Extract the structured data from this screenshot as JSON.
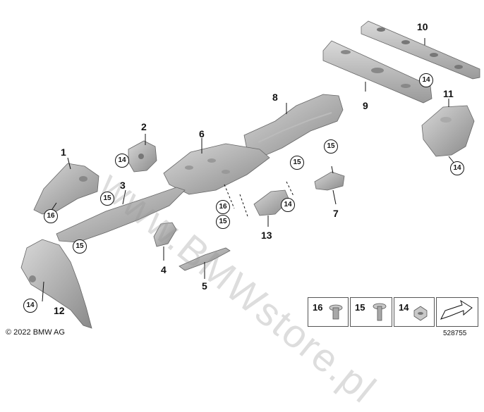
{
  "callouts": {
    "p1": "1",
    "p2": "2",
    "p3": "3",
    "p4": "4",
    "p5": "5",
    "p6": "6",
    "p7": "7",
    "p8": "8",
    "p9": "9",
    "p10": "10",
    "p11": "11",
    "p12": "12",
    "p13": "13"
  },
  "circles": {
    "c14": "14",
    "c15": "15",
    "c16": "16"
  },
  "legend": {
    "item16": "16",
    "item15": "15",
    "item14": "14"
  },
  "watermark": "www.BMWstore.pl",
  "copyright": "© 2022 BMW AG",
  "doc_number": "528755"
}
